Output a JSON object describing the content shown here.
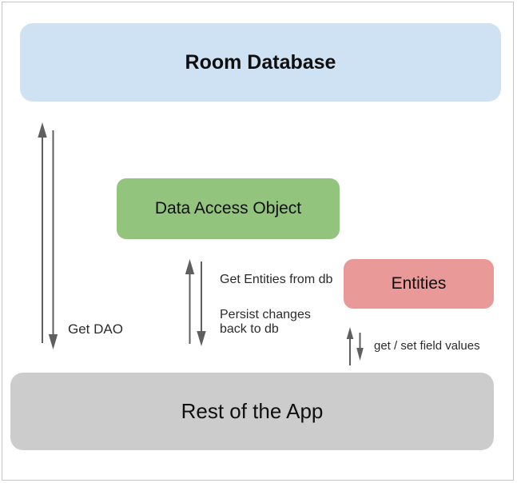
{
  "nodes": {
    "room_database": {
      "label": "Room Database",
      "color": "#cfe2f3"
    },
    "dao": {
      "label": "Data Access Object",
      "color": "#93c47d"
    },
    "entities": {
      "label": "Entities",
      "color": "#ea9999"
    },
    "rest_of_app": {
      "label": "Rest of the App",
      "color": "#cccccc"
    }
  },
  "edges": {
    "get_dao": {
      "label": "Get DAO"
    },
    "get_entities": {
      "label": "Get Entities from db"
    },
    "persist_changes": {
      "label": "Persist changes back to db"
    },
    "get_set_fields": {
      "label": "get / set field values"
    }
  },
  "arrow_color": "#5f5f5f",
  "frame_border_color": "#c6c6c6"
}
